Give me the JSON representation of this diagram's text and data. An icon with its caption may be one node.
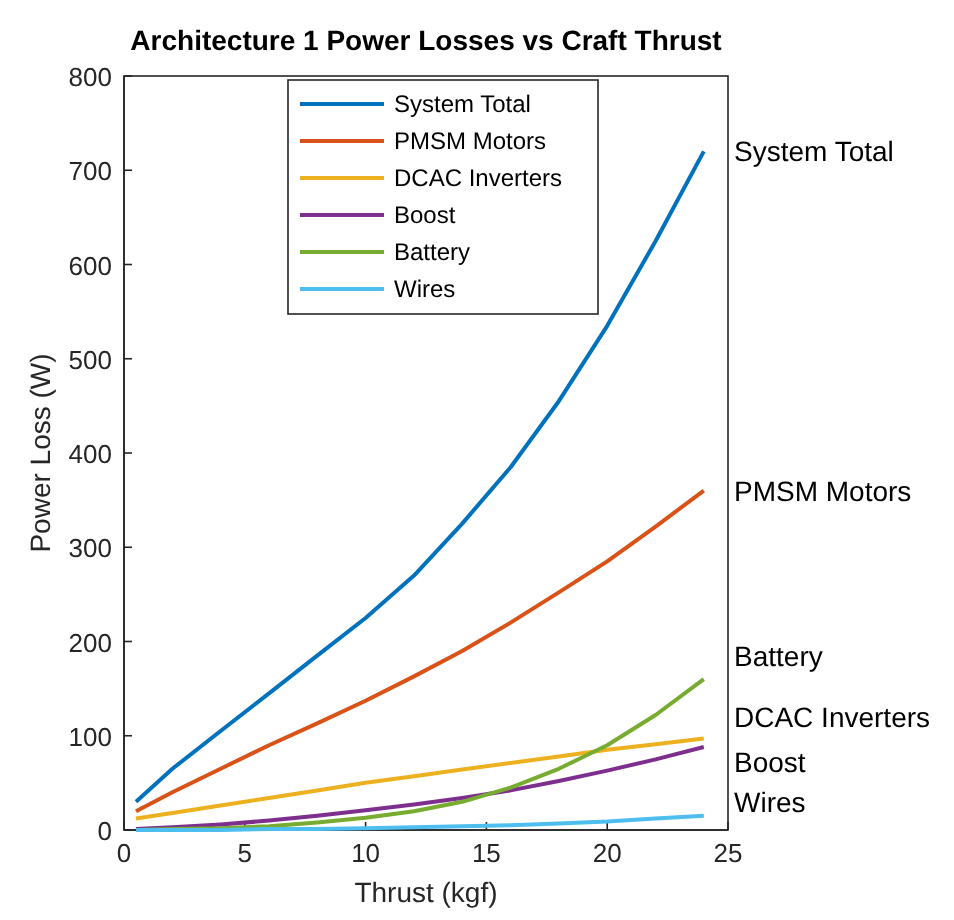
{
  "diagram": {
    "chart_data": {
      "type": "line",
      "title": "Architecture 1 Power Losses vs Craft Thrust",
      "xlabel": "Thrust (kgf)",
      "ylabel": "Power Loss (W)",
      "x": [
        0.5,
        2,
        4,
        6,
        8,
        10,
        12,
        14,
        16,
        18,
        20,
        22,
        24
      ],
      "series": [
        {
          "name": "System Total",
          "color": "#0072bd",
          "values": [
            30,
            65,
            105,
            145,
            185,
            225,
            270,
            325,
            385,
            455,
            535,
            625,
            720
          ]
        },
        {
          "name": "PMSM Motors",
          "color": "#d95319",
          "values": [
            20,
            40,
            65,
            90,
            113,
            137,
            163,
            190,
            220,
            252,
            285,
            322,
            360
          ]
        },
        {
          "name": "DCAC Inverters",
          "color": "#edb120",
          "values": [
            12,
            18,
            26,
            34,
            42,
            50,
            57,
            64,
            71,
            78,
            85,
            91,
            97
          ]
        },
        {
          "name": "Boost",
          "color": "#7e2f8e",
          "values": [
            1,
            3,
            6,
            10,
            15,
            21,
            27,
            34,
            42,
            52,
            63,
            75,
            88
          ]
        },
        {
          "name": "Battery",
          "color": "#77ac30",
          "values": [
            0,
            1,
            2,
            4,
            8,
            13,
            20,
            30,
            45,
            65,
            90,
            122,
            160
          ]
        },
        {
          "name": "Wires",
          "color": "#4dbeee",
          "values": [
            0,
            0,
            0,
            1,
            1,
            2,
            3,
            4,
            5,
            7,
            9,
            12,
            15
          ]
        }
      ],
      "xlim": [
        0,
        25
      ],
      "ylim": [
        0,
        800
      ],
      "xticks": [
        0,
        5,
        10,
        15,
        20,
        25
      ],
      "yticks": [
        0,
        100,
        200,
        300,
        400,
        500,
        600,
        700,
        800
      ],
      "legend": true,
      "annotations": [
        "System Total",
        "PMSM Motors",
        "Battery",
        "DCAC Inverters",
        "Boost",
        "Wires"
      ]
    }
  }
}
